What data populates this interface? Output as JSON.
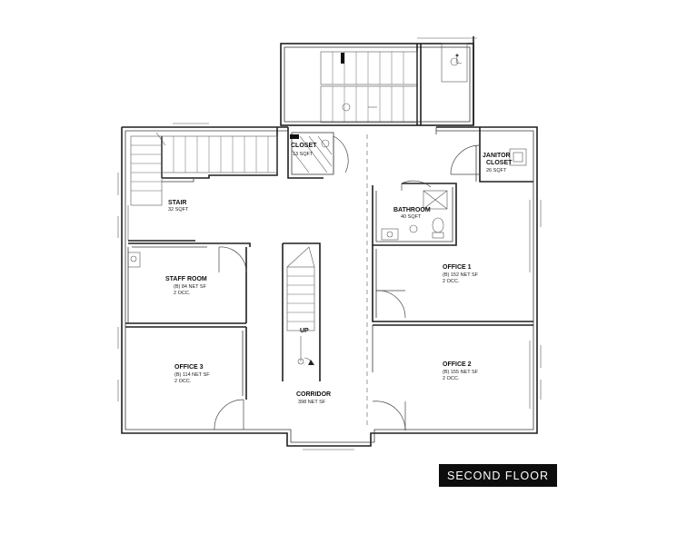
{
  "title": "SECOND FLOOR",
  "rooms": {
    "closet": {
      "name": "CLOSET",
      "area": "13 SQFT"
    },
    "janitor": {
      "name_line1": "JANITOR",
      "name_line2": "CLOSET",
      "area": "26 SQFT"
    },
    "stair": {
      "name": "STAIR",
      "area": "32 SQFT"
    },
    "bathroom": {
      "name": "BATHROOM",
      "area": "40 SQFT"
    },
    "staff_room": {
      "name": "STAFF ROOM",
      "area": "(B) 84 NET SF",
      "occ": "2 OCC."
    },
    "office1": {
      "name": "OFFICE 1",
      "area": "(B) 152 NET SF",
      "occ": "2 OCC."
    },
    "office2": {
      "name": "OFFICE 2",
      "area": "(B) 155 NET SF",
      "occ": "2 OCC."
    },
    "office3": {
      "name": "OFFICE 3",
      "area": "(B) 114 NET SF",
      "occ": "2 OCC."
    },
    "corridor": {
      "name": "CORRIDOR",
      "area": "398 NET SF"
    },
    "up_label": "UP"
  },
  "icons": [
    "wheelchair-icon",
    "up-arrow-icon"
  ]
}
